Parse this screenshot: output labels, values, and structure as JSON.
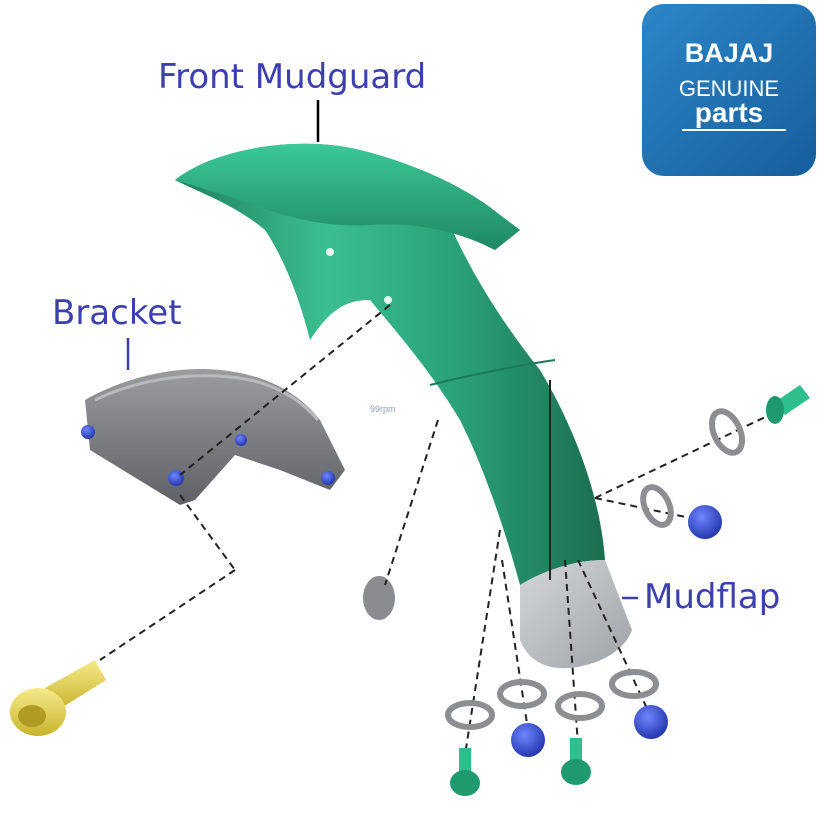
{
  "labels": {
    "front_mudguard": "Front Mudguard",
    "bracket": "Bracket",
    "mudflap": "Mudflap"
  },
  "logo": {
    "line1": "BAJAJ",
    "line2": "GENUINE",
    "line3": "parts"
  },
  "watermark": "99rpm",
  "colors": {
    "label": "#3b3fb0",
    "mudguard": "#2fa27a",
    "bracket": "#7a7c80",
    "mudflap": "#b8bcc0",
    "fastener_green": "#2fbf8c",
    "nut_blue": "#2f49c8",
    "bolt_yellow": "#e8d64a",
    "logo_bg": "#1f6fb2"
  }
}
